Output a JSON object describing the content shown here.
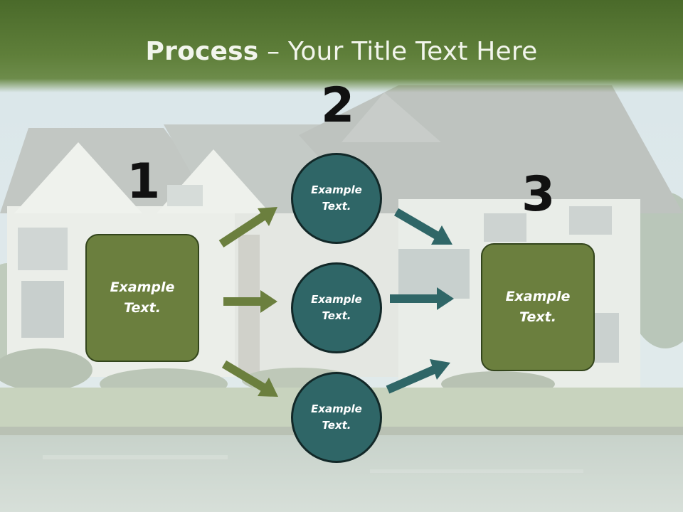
{
  "title": {
    "bold": "Process",
    "rest": " – Your Title Text Here"
  },
  "steps": {
    "one": {
      "number": "1",
      "text": "Example Text."
    },
    "two": {
      "number": "2",
      "text": "Example Text."
    },
    "three": {
      "number": "3",
      "text": "Example Text."
    }
  },
  "circles": [
    {
      "text": "Example Text."
    },
    {
      "text": "Example Text."
    },
    {
      "text": "Example Text."
    }
  ],
  "colors": {
    "title_band": "#5f7f3a",
    "box_fill": "#6b7f3e",
    "circle_fill": "#2f6667",
    "green_arrow": "#6b7f3e",
    "teal_arrow": "#2f6667"
  }
}
